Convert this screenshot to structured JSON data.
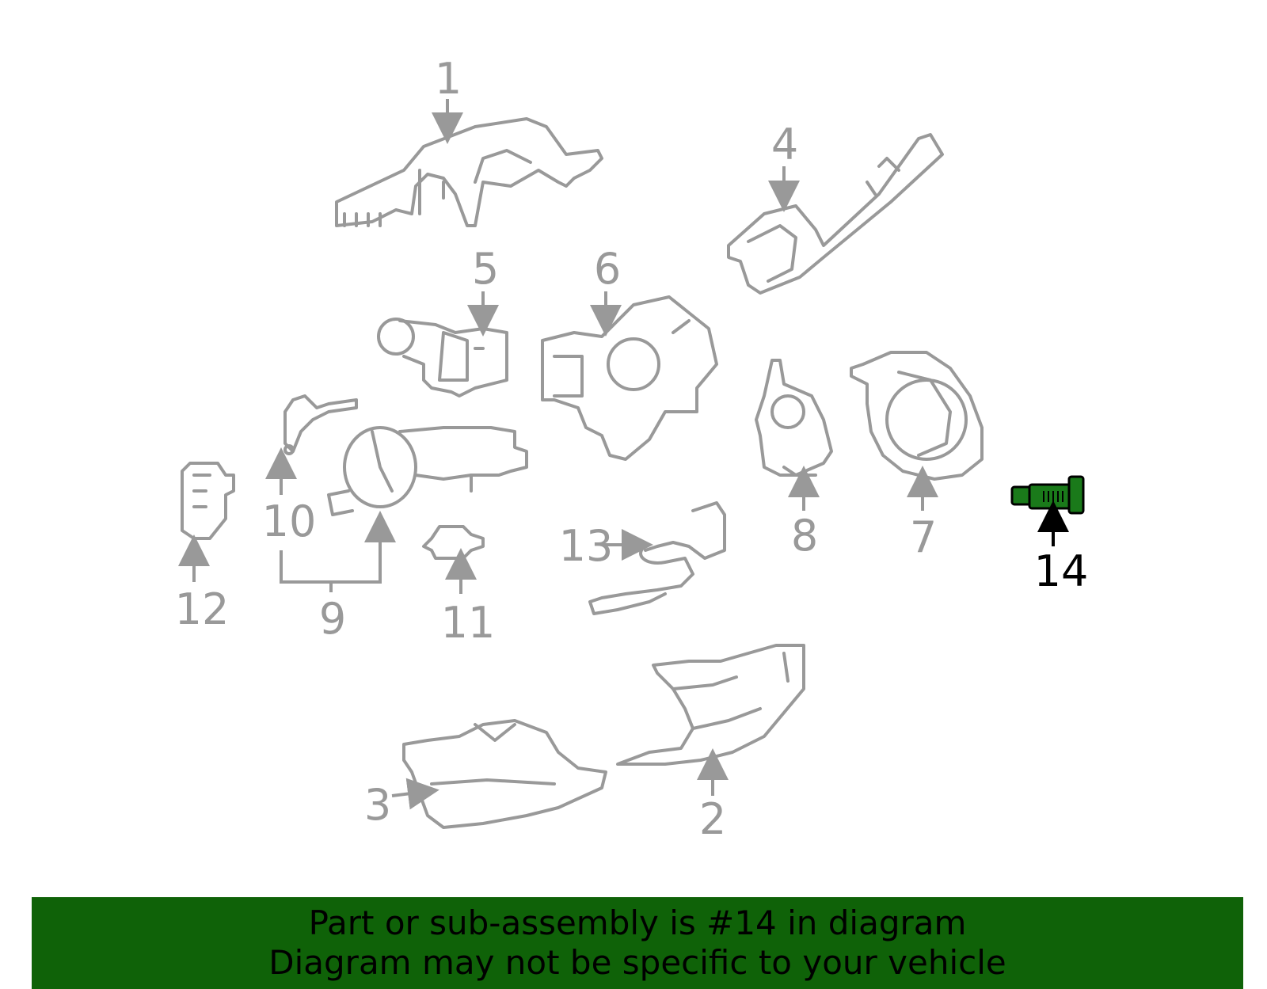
{
  "callouts": {
    "c1": "1",
    "c2": "2",
    "c3": "3",
    "c4": "4",
    "c5": "5",
    "c6": "6",
    "c7": "7",
    "c8": "8",
    "c9": "9",
    "c10": "10",
    "c11": "11",
    "c12": "12",
    "c13": "13",
    "c14": "14"
  },
  "highlighted_part": "14",
  "colors": {
    "part_outline": "#999999",
    "highlight_fill": "#1a7a1a",
    "banner_bg": "#0f6208",
    "text_dark": "#000000"
  },
  "banner": {
    "line1": "Part or sub-assembly is #14 in diagram",
    "line2": "Diagram may not be specific to your vehicle"
  }
}
